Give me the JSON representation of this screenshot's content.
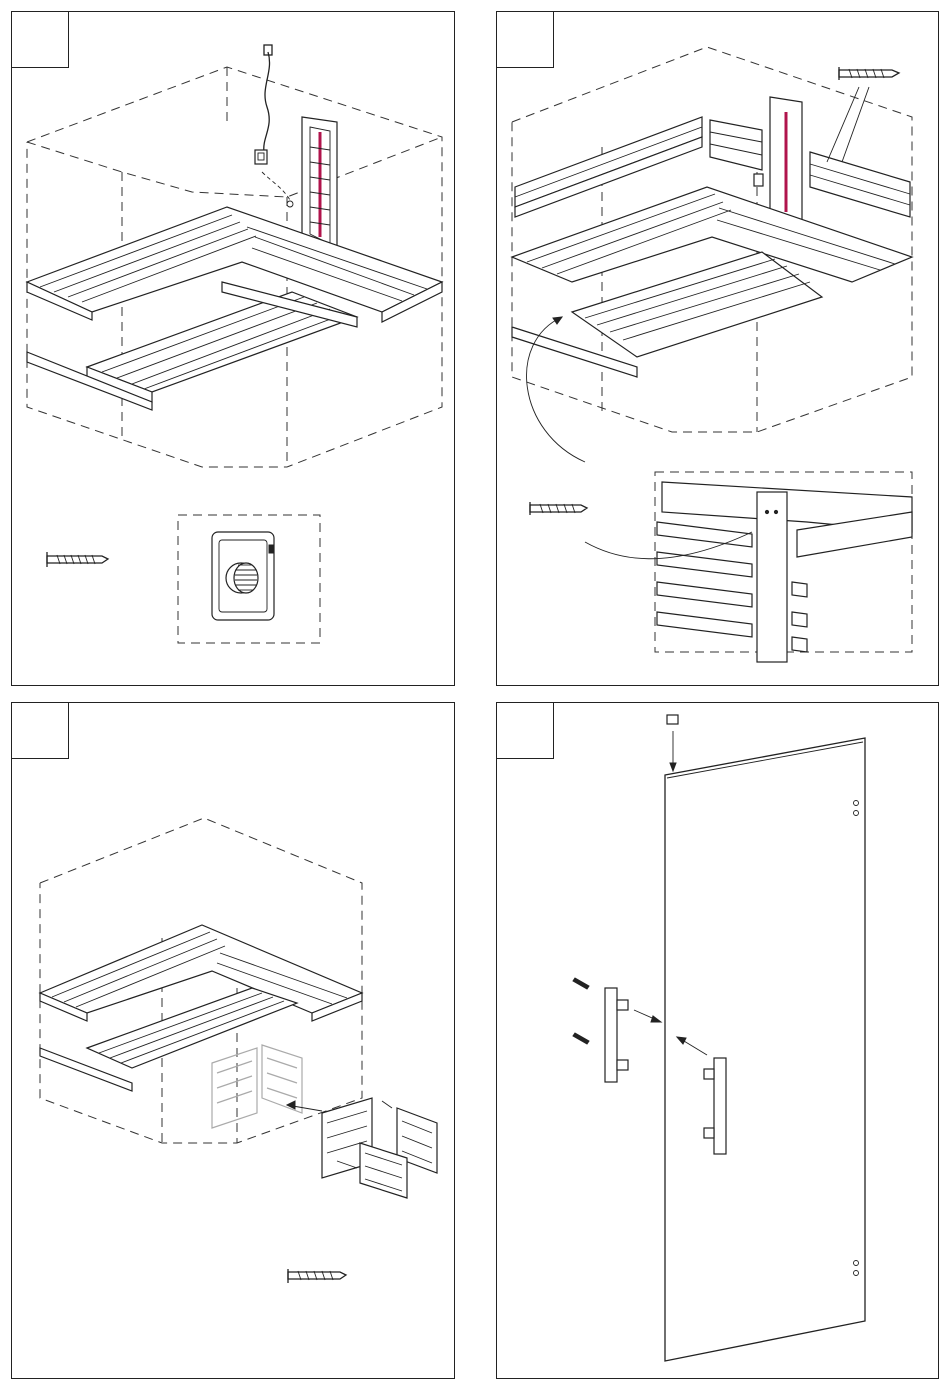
{
  "steps": [
    {
      "number": "",
      "content": "bench-frame-and-control-panel"
    },
    {
      "number": "",
      "content": "backrests-and-joint-detail"
    },
    {
      "number": "",
      "content": "lower-bench-and-side-frames"
    },
    {
      "number": "",
      "content": "door-handle-mounting"
    }
  ],
  "colors": {
    "line": "#222222",
    "heater_accent": "#b0144c",
    "ghost_part": "#aaaaaa"
  },
  "icons": [
    "screw-icon",
    "control-knob-icon",
    "arrow-icon"
  ]
}
